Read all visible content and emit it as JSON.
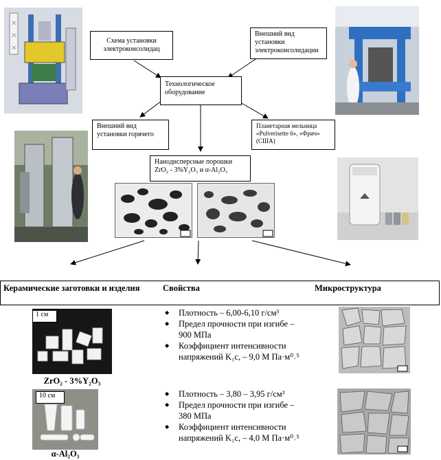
{
  "boxes": {
    "scheme": "Схема установки электроконсолидац",
    "exterior": "Внешний вид установки электроконсолидации",
    "equipment": "Технологическое оборудование",
    "hot_press": "Внешний вид установки горячего",
    "mill": "Планетарная мельница «Pulverisette 6», «Фрич» (США)",
    "powders_line1": "Нанодисперсные порошки",
    "powders_line2": "ZrO₂ - 3%Y₂O₃ и α-Al₂O₃"
  },
  "table": {
    "col1_header": "Керамические заготовки и изделия",
    "col2_header": "Свойства",
    "col3_header": "Микроструктура"
  },
  "samples": [
    {
      "scale_label": "1 см",
      "caption": "ZrO₂ - 3%Y₂O₃",
      "properties": [
        "Плотность – 6,00-6,10 г/см³",
        "Предел прочности при изгибе – 900 МПа",
        "Коэффициент интенсивности напряжений K₁c, – 9,0 М Па·м⁰˒⁵"
      ]
    },
    {
      "scale_label": "10 см",
      "caption": "α-Al₂O₃",
      "properties": [
        "Плотность – 3,80 – 3,95 г/см³",
        "Предел прочности при изгибе – 380 МПа",
        "Коэффициент интенсивности напряжений K₁c, – 4,0 М Па·м⁰˒⁵"
      ]
    }
  ]
}
